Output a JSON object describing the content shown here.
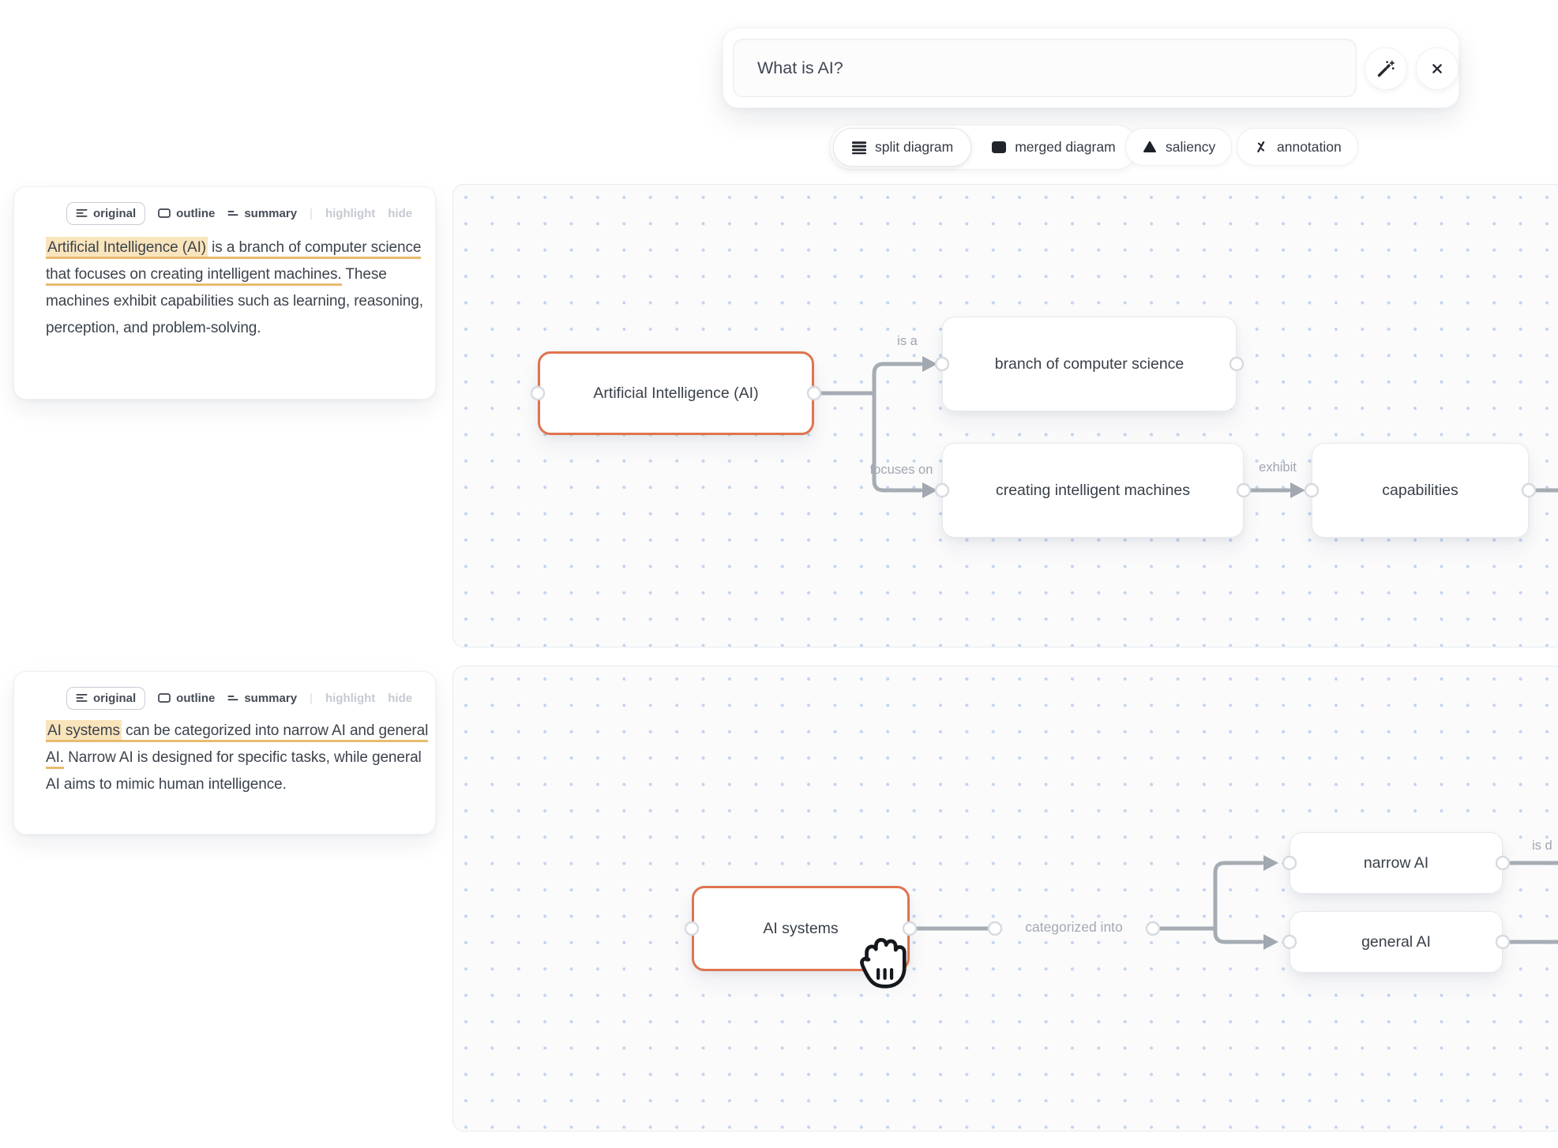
{
  "search": {
    "value": "What is AI?"
  },
  "toolbar": {
    "split_diagram": "split diagram",
    "merged_diagram": "merged diagram",
    "saliency": "saliency",
    "annotation": "annotation"
  },
  "panel_tabs": {
    "original": "original",
    "outline": "outline",
    "summary": "summary",
    "divider": "|",
    "highlight": "highlight",
    "hide": "hide"
  },
  "panels": [
    {
      "text": {
        "highlighted": "Artificial Intelligence (AI)",
        "underlined": " is a branch of computer science that focuses on creating intelligent machines.",
        "plain": " These machines exhibit capabilities such as learning, reasoning, perception, and problem-solving."
      }
    },
    {
      "text": {
        "highlighted": "AI systems",
        "underlined": " can be categorized into narrow AI and general AI.",
        "plain": " Narrow AI is designed for specific tasks, while general AI aims to mimic human intelligence."
      }
    }
  ],
  "diagram1": {
    "nodes": {
      "ai": "Artificial Intelligence (AI)",
      "branch": "branch of computer science",
      "creating": "creating intelligent machines",
      "capabilities": "capabilities"
    },
    "edges": {
      "is_a": "is a",
      "focuses_on": "focuses on",
      "exhibit": "exhibit"
    }
  },
  "diagram2": {
    "nodes": {
      "ai_systems": "AI systems",
      "narrow": "narrow AI",
      "general": "general AI"
    },
    "edges": {
      "categorized_into": "categorized into",
      "partial_right": "is d"
    }
  },
  "colors": {
    "accent": "#DF744F",
    "highlight_bg": "#F9E4BC",
    "underline": "#E8BB6F",
    "edge": "#A6ACB4",
    "dots": "#C4D4EE"
  }
}
